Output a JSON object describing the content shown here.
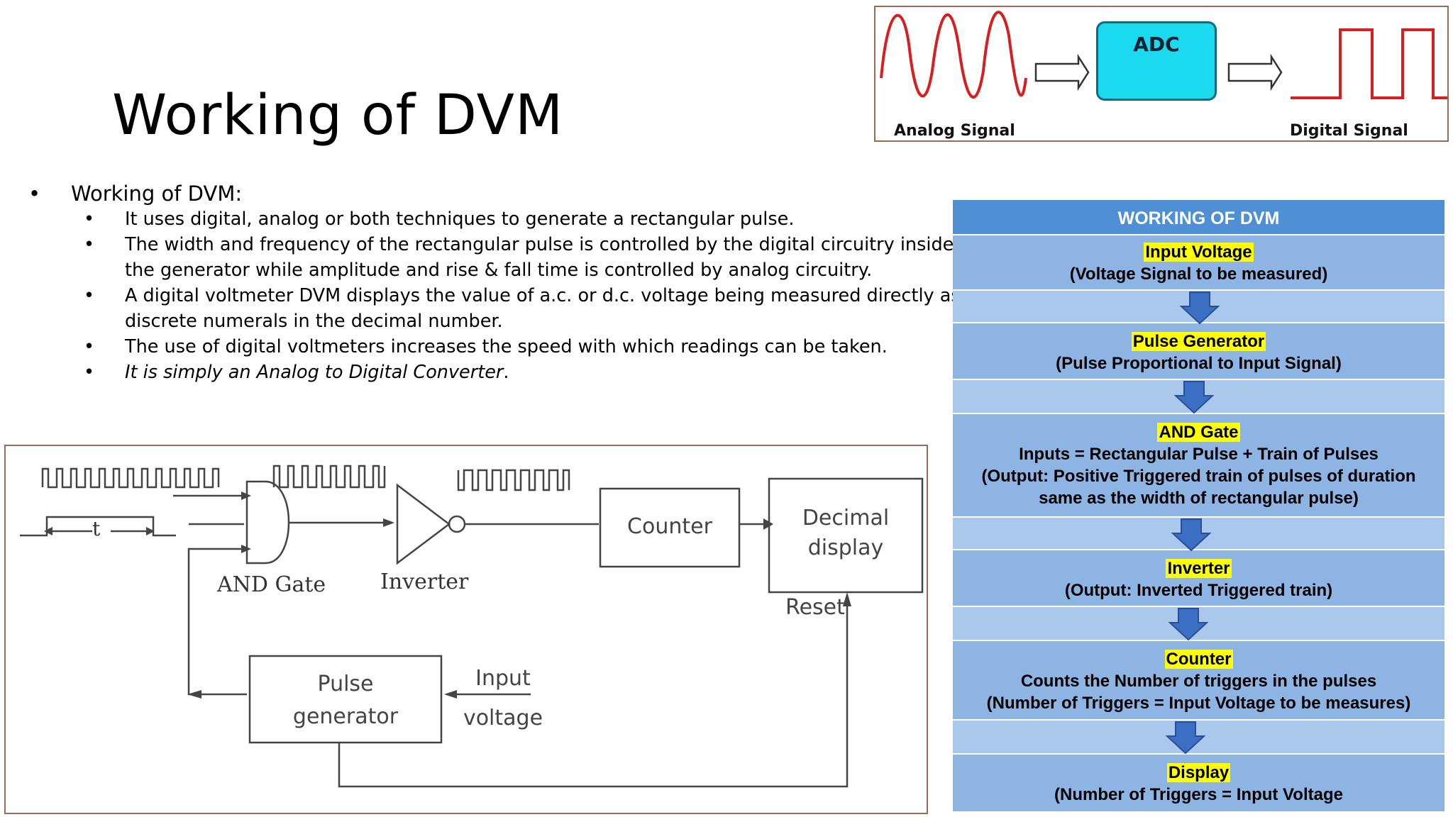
{
  "slide": {
    "title": "Working of DVM",
    "bullet_main": "Working of DVM:",
    "sub_bullets": [
      "It uses digital, analog or both techniques to generate a rectangular pulse.",
      "The width and frequency of the rectangular pulse is controlled by the digital circuitry inside the generator while amplitude and rise & fall time is controlled by analog circuitry.",
      "A digital voltmeter DVM displays the value of a.c. or d.c. voltage being measured directly as discrete numerals in the decimal number.",
      "The use of digital voltmeters increases the speed with which readings can be taken.",
      "It is simply an Analog to Digital Converter"
    ],
    "last_bullet_suffix": "."
  },
  "adc_diagram": {
    "block_label": "ADC",
    "left_label": "Analog Signal",
    "right_label": "Digital Signal",
    "colors": {
      "wave": "#d81e1e",
      "block": "#1bd9ef"
    }
  },
  "flow": {
    "header": "WORKING OF DVM",
    "steps": [
      {
        "name": "Input Voltage",
        "lines": [
          "(Voltage Signal to be measured)"
        ]
      },
      {
        "name": "Pulse Generator",
        "lines": [
          "(Pulse Proportional to Input Signal)"
        ]
      },
      {
        "name": "AND Gate",
        "lines": [
          "Inputs = Rectangular Pulse + Train of Pulses",
          "(Output: Positive Triggered train of pulses of duration",
          "same as the width of rectangular pulse)"
        ]
      },
      {
        "name": "Inverter",
        "lines": [
          "(Output: Inverted Triggered train)"
        ]
      },
      {
        "name": "Counter",
        "lines": [
          "Counts the Number of triggers in the pulses",
          "(Number of Triggers = Input Voltage to be measures)"
        ]
      },
      {
        "name": "Display",
        "lines": [
          "(Number of Triggers = Input Voltage"
        ]
      }
    ],
    "colors": {
      "header": "#4f8fd4",
      "step": "#8db4e2",
      "gap": "#a9c8ec",
      "highlight": "#ffff00",
      "arrow": "#3a6fc4"
    }
  },
  "circuit": {
    "and_gate": "AND Gate",
    "inverter": "Inverter",
    "counter": "Counter",
    "display_line1": "Decimal",
    "display_line2": "display",
    "reset": "Reset",
    "pulse_gen_line1": "Pulse",
    "pulse_gen_line2": "generator",
    "input_line1": "Input",
    "input_line2": "voltage",
    "t_label": "t"
  }
}
